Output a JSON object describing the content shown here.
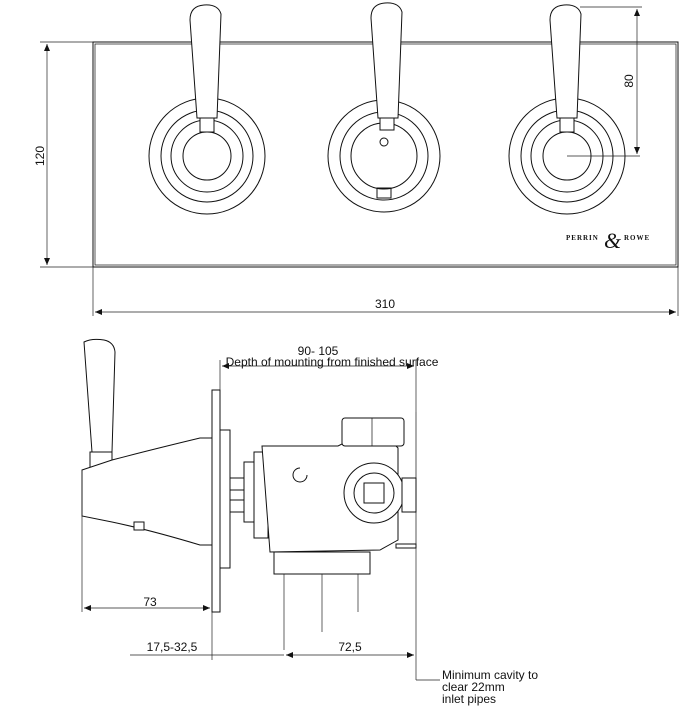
{
  "front_view": {
    "dim_width": "310",
    "dim_height": "120",
    "dim_lever": "80",
    "brand_left": "PERRIN",
    "brand_amp": "&",
    "brand_right": "ROWE"
  },
  "side_view": {
    "depth_range": "90- 105",
    "depth_caption": "Depth of mounting from finished surface",
    "dim_handle": "73",
    "dim_offset": "17,5-32,5",
    "dim_body": "72,5",
    "note_line1": "Minimum cavity to",
    "note_line2": "clear 22mm",
    "note_line3": "inlet pipes"
  }
}
